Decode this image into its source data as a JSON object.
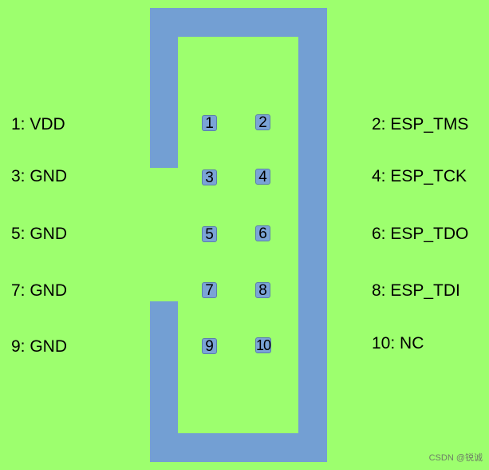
{
  "header": {
    "left_labels": [
      "1: VDD",
      "3: GND",
      "5: GND",
      "7: GND",
      "9: GND"
    ],
    "right_labels": [
      "2: ESP_TMS",
      "4: ESP_TCK",
      "6: ESP_TDO",
      "8: ESP_TDI",
      "10: NC"
    ]
  },
  "pins": {
    "odd": [
      "1",
      "3",
      "5",
      "7",
      "9"
    ],
    "even": [
      "2",
      "4",
      "6",
      "8",
      "10"
    ]
  },
  "colors": {
    "background": "#9dff6e",
    "shroud": "#739fd3",
    "pad": "#7aa3d6"
  },
  "watermark": "CSDN @锐诚"
}
